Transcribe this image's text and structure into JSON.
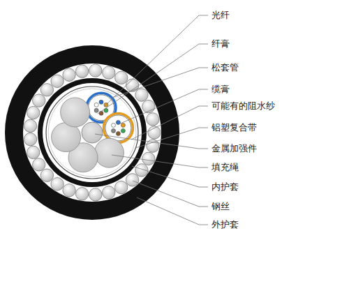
{
  "diagram": {
    "labels": [
      "光纤",
      "纤膏",
      "松套管",
      "缆膏",
      "可能有的阻水纱",
      "铝塑复合带",
      "金属加强件",
      "填充绳",
      "内护套",
      "钢丝",
      "外护套"
    ]
  }
}
